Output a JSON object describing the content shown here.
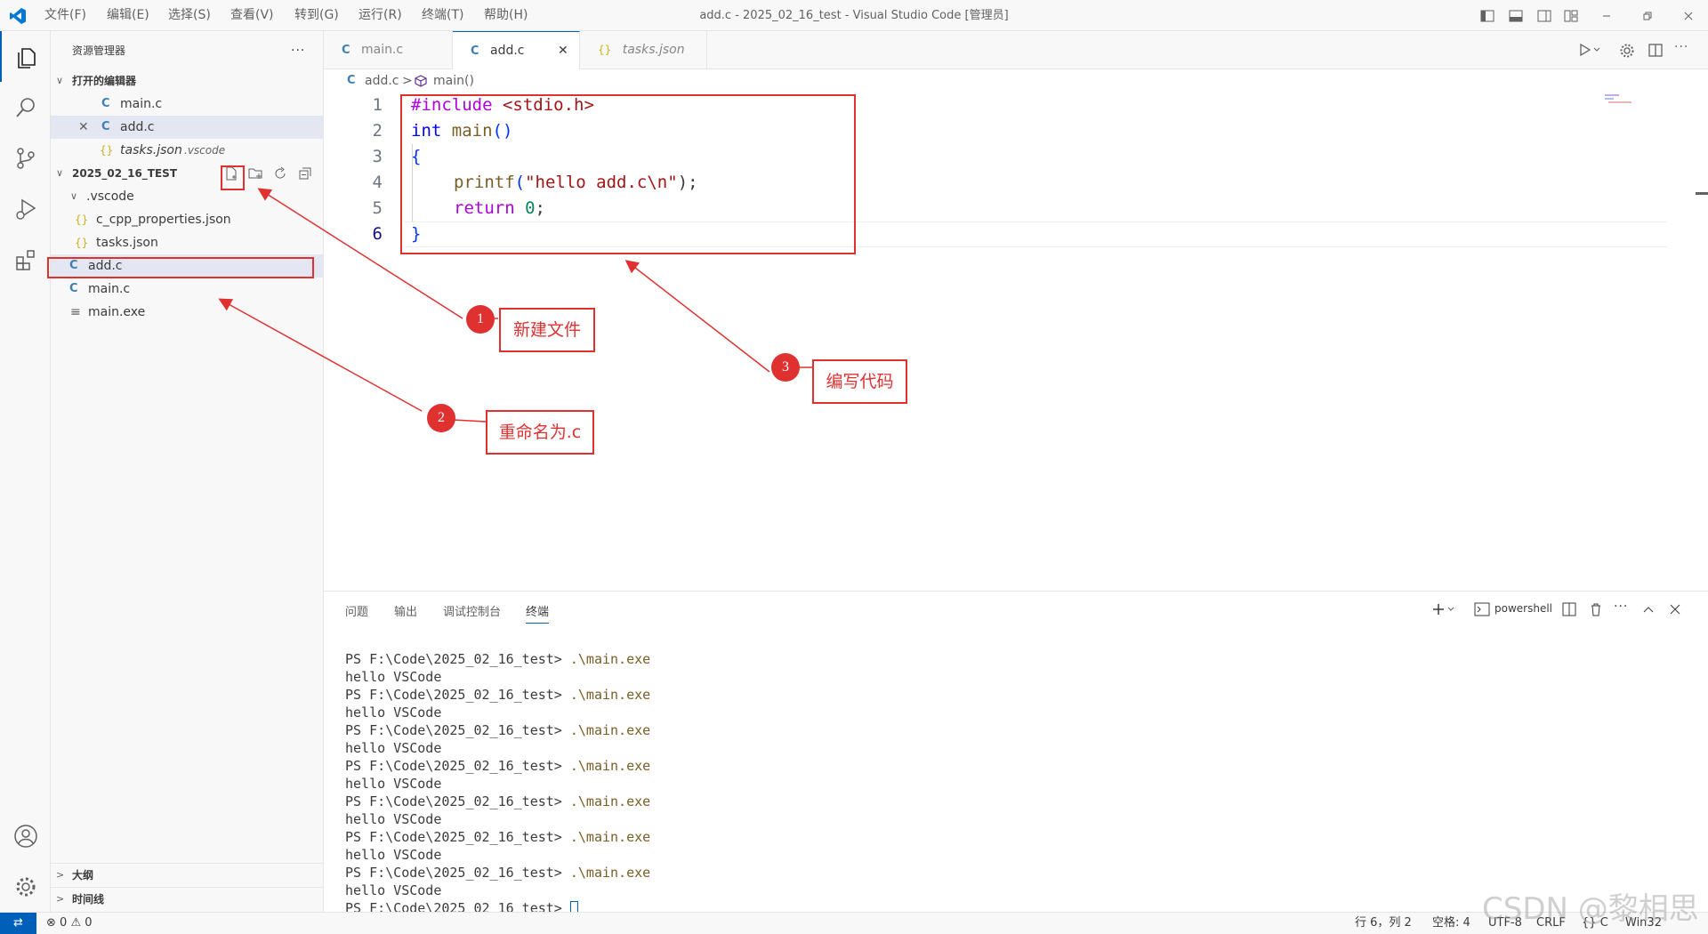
{
  "menu": [
    "文件(F)",
    "编辑(E)",
    "选择(S)",
    "查看(V)",
    "转到(G)",
    "运行(R)",
    "终端(T)",
    "帮助(H)"
  ],
  "window_title": "add.c - 2025_02_16_test - Visual Studio Code [管理员]",
  "sidebar": {
    "title": "资源管理器",
    "open_editors_header": "打开的编辑器",
    "open_editors": [
      {
        "icon": "C",
        "name": "main.c",
        "path": ""
      },
      {
        "icon": "C",
        "name": "add.c",
        "path": ""
      },
      {
        "icon": "{}",
        "name": "tasks.json",
        "path": ".vscode"
      }
    ],
    "folder_header": "2025_02_16_TEST",
    "tree": [
      {
        "icon": "",
        "name": ".vscode"
      },
      {
        "icon": "{}",
        "name": "c_cpp_properties.json"
      },
      {
        "icon": "{}",
        "name": "tasks.json"
      },
      {
        "icon": "C",
        "name": "add.c"
      },
      {
        "icon": "C",
        "name": "main.c"
      },
      {
        "icon": "≡",
        "name": "main.exe"
      }
    ],
    "outline": "大纲",
    "timeline": "时间线"
  },
  "tabs": [
    {
      "icon": "C",
      "label": "main.c"
    },
    {
      "icon": "C",
      "label": "add.c"
    },
    {
      "icon": "{}",
      "label": "tasks.json"
    }
  ],
  "breadcrumb": {
    "file": "add.c",
    "sep": ">",
    "symbol": "main()"
  },
  "line_numbers": [
    "1",
    "2",
    "3",
    "4",
    "5",
    "6"
  ],
  "code": {
    "l1_a": "#include ",
    "l1_b": "<stdio.h>",
    "l2_a": "int ",
    "l2_b": "main",
    "l2_c": "()",
    "l3": "{",
    "l4_a": "printf",
    "l4_b": "(",
    "l4_c": "\"hello add.c\\n\"",
    "l4_d": ");",
    "l5_a": "return ",
    "l5_b": "0",
    "l5_c": ";",
    "l6": "}"
  },
  "panel": {
    "tabs": [
      "问题",
      "输出",
      "调试控制台",
      "终端"
    ],
    "shell": "powershell",
    "terminal": [
      {
        "prompt": "PS F:\\Code\\2025_02_16_test> ",
        "cmd": ".\\main.exe"
      },
      {
        "prompt": "hello VSCode",
        "cmd": ""
      },
      {
        "prompt": "PS F:\\Code\\2025_02_16_test> ",
        "cmd": ".\\main.exe"
      },
      {
        "prompt": "hello VSCode",
        "cmd": ""
      },
      {
        "prompt": "PS F:\\Code\\2025_02_16_test> ",
        "cmd": ".\\main.exe"
      },
      {
        "prompt": "hello VSCode",
        "cmd": ""
      },
      {
        "prompt": "PS F:\\Code\\2025_02_16_test> ",
        "cmd": ".\\main.exe"
      },
      {
        "prompt": "hello VSCode",
        "cmd": ""
      },
      {
        "prompt": "PS F:\\Code\\2025_02_16_test> ",
        "cmd": ".\\main.exe"
      },
      {
        "prompt": "hello VSCode",
        "cmd": ""
      },
      {
        "prompt": "PS F:\\Code\\2025_02_16_test> ",
        "cmd": ".\\main.exe"
      },
      {
        "prompt": "hello VSCode",
        "cmd": ""
      },
      {
        "prompt": "PS F:\\Code\\2025_02_16_test> ",
        "cmd": ".\\main.exe"
      },
      {
        "prompt": "hello VSCode",
        "cmd": ""
      },
      {
        "prompt": "PS F:\\Code\\2025_02_16_test> ",
        "cmd": ""
      }
    ]
  },
  "status": {
    "errors": "0",
    "warnings": "0",
    "position": "行 6，列 2",
    "spaces": "空格: 4",
    "encoding": "UTF-8",
    "eol": "CRLF",
    "lang": "C",
    "platform": "Win32"
  },
  "annotations": {
    "a1_num": "1",
    "a1_text": "新建文件",
    "a2_num": "2",
    "a2_text": "重命名为.c",
    "a3_num": "3",
    "a3_text": "编写代码"
  },
  "watermark": "CSDN @黎相思",
  "colors": {
    "accent": "#005fb8",
    "annotation": "#e03131"
  }
}
